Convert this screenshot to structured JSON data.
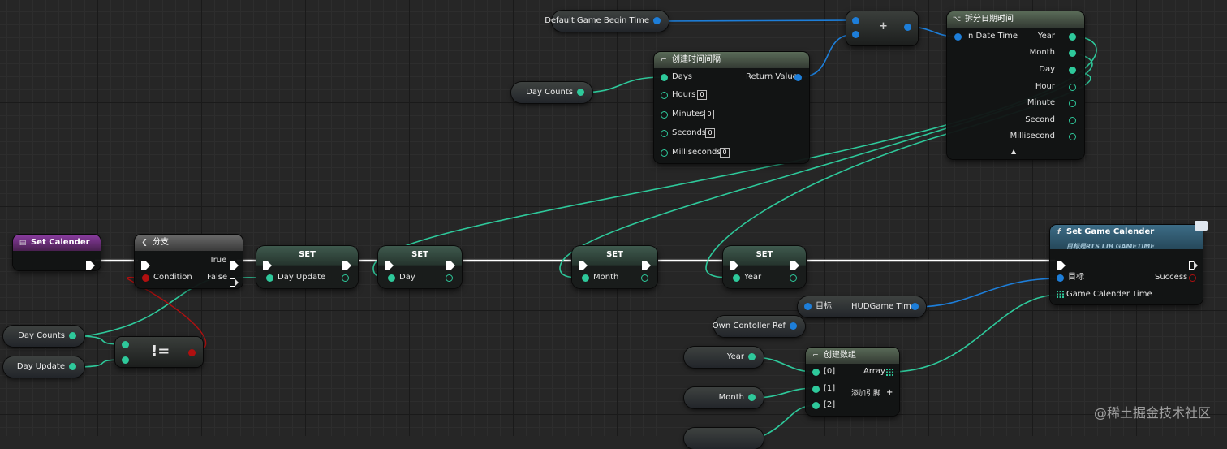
{
  "nodes": {
    "default_game_begin_time": "Default Game Begin Time",
    "day_counts_var": "Day Counts",
    "add_node": {
      "symbol": "+"
    },
    "make_timespan": {
      "title": "创建时间间隔",
      "pins": [
        "Days",
        "Hours",
        "Minutes",
        "Seconds",
        "Milliseconds"
      ],
      "defaults": [
        "0",
        "0",
        "0",
        "0"
      ],
      "output": "Return Value"
    },
    "break_datetime": {
      "title": "拆分日期时间",
      "input": "In Date Time",
      "outputs": [
        "Year",
        "Month",
        "Day",
        "Hour",
        "Minute",
        "Second",
        "Millisecond"
      ],
      "collapse_icon": "▲"
    },
    "set_calender_event": "Set Calender",
    "branch": {
      "title": "分支",
      "condition": "Condition",
      "true": "True",
      "false": "False"
    },
    "set_nodes": [
      {
        "title": "SET",
        "pin": "Day Update"
      },
      {
        "title": "SET",
        "pin": "Day"
      },
      {
        "title": "SET",
        "pin": "Month"
      },
      {
        "title": "SET",
        "pin": "Year"
      }
    ],
    "set_game_calender": {
      "title": "Set Game Calender",
      "subtitle": "目标是RTS LIB GAMETIME",
      "target": "目标",
      "success": "Success",
      "input": "Game Calender Time"
    },
    "hud_get": {
      "target": "目标",
      "output": "HUDGame Time"
    },
    "own_controller": "Own Contoller Ref",
    "day_counts_var2": "Day Counts",
    "day_update_var": "Day Update",
    "not_equal": {
      "symbol": "!="
    },
    "year_var": "Year",
    "month_var": "Month",
    "make_array": {
      "title": "创建数组",
      "inputs": [
        "[0]",
        "[1]",
        "[2]"
      ],
      "output": "Array",
      "add_pin": "添加引脚"
    }
  },
  "watermark": "@稀土掘金技术社区",
  "colors": {
    "exec": "#ffffff",
    "int": "#2ec99b",
    "struct": "#1d7ed9",
    "bool": "#b01010"
  }
}
